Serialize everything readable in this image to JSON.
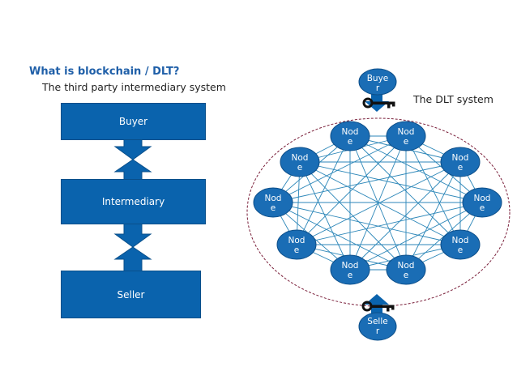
{
  "heading": "What is blockchain /  DLT?",
  "subheading": "The third party intermediary system",
  "dlt_title": "The DLT system",
  "left_chain": {
    "buyer": "Buyer",
    "intermediary": "Intermediary",
    "seller": "Seller"
  },
  "dlt": {
    "buyer_lines": [
      "Buye",
      "r"
    ],
    "seller_lines": [
      "Selle",
      "r"
    ],
    "node_lines": [
      "Nod",
      "e"
    ],
    "node_count": 10
  },
  "colors": {
    "box_fill": "#0a63ad",
    "node_fill": "#1a6db5",
    "mesh_line": "#2b86b8",
    "ellipse_border": "#7a1f3a",
    "heading": "#1f5fa8"
  }
}
